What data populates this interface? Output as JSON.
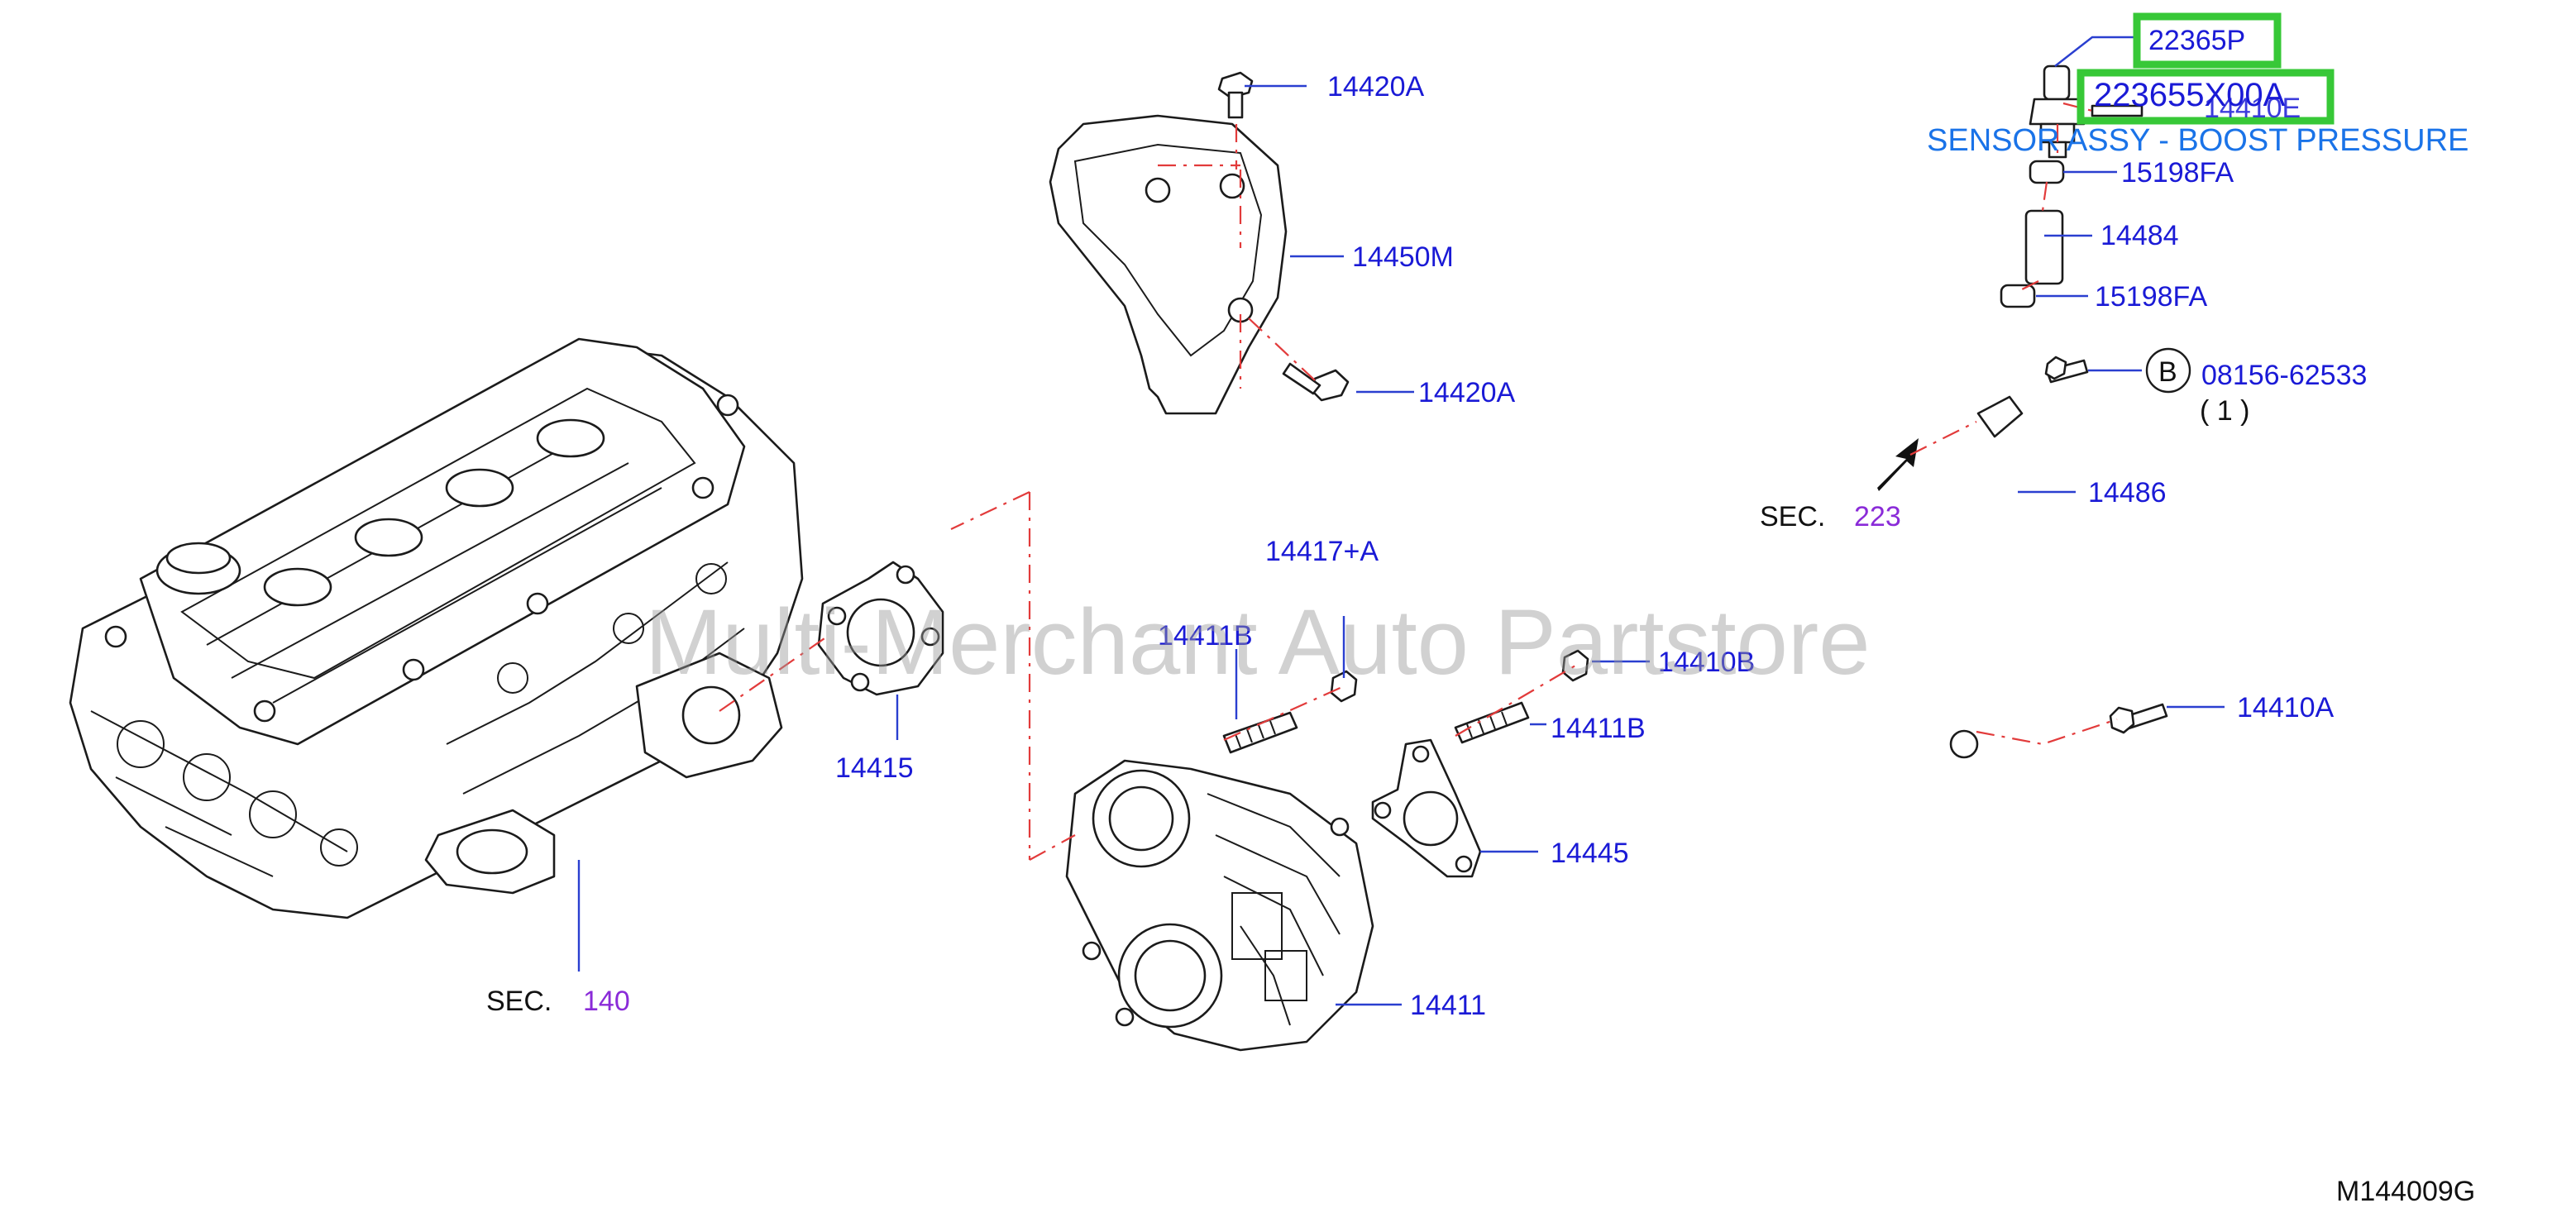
{
  "diagram_code": "M144009G",
  "watermark": "Multi-Merchant Auto Partstore",
  "sensor_description": "SENSOR ASSY - BOOST PRESSURE",
  "highlight_color": "#37c837",
  "label_color": "#1a1ad6",
  "sec_number_color": "#8a2bd8",
  "parts": {
    "p22365P": "22365P",
    "p22365_5X00A": "223655X00A",
    "p14410E": "14410E",
    "p15198FA_top": "15198FA",
    "p14484": "14484",
    "p15198FA_bottom": "15198FA",
    "p08156": "08156-62533",
    "p08156_qty": "( 1 )",
    "p14486": "14486",
    "p14410A": "14410A",
    "p14420A_top": "14420A",
    "p14450M": "14450M",
    "p14420A_mid": "14420A",
    "p14417A": "14417+A",
    "p14411B_left": "14411B",
    "p14410B": "14410B",
    "p14411B_right": "14411B",
    "p14445": "14445",
    "p14411": "14411",
    "p14415": "14415"
  },
  "callouts": {
    "bolt_ref": "B"
  },
  "sections": {
    "sec_word_left": "SEC.",
    "sec_num_left": "140",
    "sec_word_right": "SEC.",
    "sec_num_right": "223"
  }
}
